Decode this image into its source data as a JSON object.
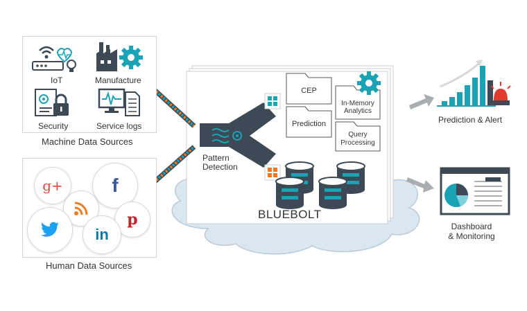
{
  "machine_sources": {
    "title": "Machine Data Sources",
    "items": [
      {
        "label": "IoT",
        "icon": "iot-router-icon"
      },
      {
        "label": "Manufacture",
        "icon": "factory-gear-icon"
      },
      {
        "label": "Security",
        "icon": "security-lock-icon"
      },
      {
        "label": "Service logs",
        "icon": "service-log-monitor-icon"
      }
    ]
  },
  "human_sources": {
    "title": "Human Data Sources",
    "items": [
      {
        "label": "g+",
        "icon": "google-plus-icon"
      },
      {
        "label": "f",
        "icon": "facebook-icon"
      },
      {
        "label": "rss",
        "icon": "rss-icon"
      },
      {
        "label": "p",
        "icon": "pinterest-icon"
      },
      {
        "label": "twitter",
        "icon": "twitter-icon"
      },
      {
        "label": "in",
        "icon": "linkedin-icon"
      }
    ]
  },
  "platform": {
    "name": "BLUEBOLT",
    "pattern_detection": "Pattern\nDetection",
    "modules": {
      "cep": "CEP",
      "in_memory": "In-Memory\nAnalytics",
      "prediction": "Prediction",
      "query": "Query\nProcessing"
    }
  },
  "outputs": {
    "prediction_alert": "Prediction & Alert",
    "dashboard": "Dashboard\n& Monitoring"
  },
  "colors": {
    "teal": "#1aa3b5",
    "dark": "#3d4a55",
    "orange": "#f07a22",
    "red": "#e23b2e",
    "cloud": "#d8e4ec",
    "arrow_gray": "#a9adb0"
  }
}
